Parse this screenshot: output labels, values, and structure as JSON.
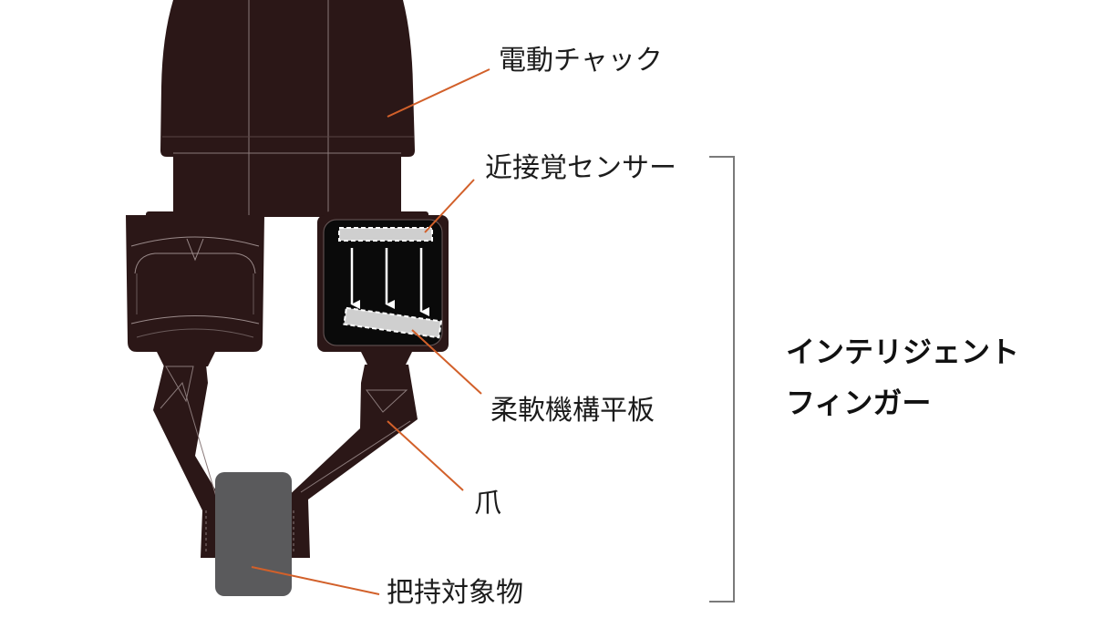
{
  "labels": {
    "chuck": "電動チャック",
    "sensor": "近接覚センサー",
    "plate": "柔軟機構平板",
    "claw": "爪",
    "object": "把持対象物"
  },
  "title": {
    "line1": "インテリジェント",
    "line2": "フィンガー"
  },
  "colors": {
    "body": "#2b1717",
    "leader": "#d2602a",
    "bracket": "#7a7a7a",
    "object": "#5a5a5c",
    "plate": "#cfcfcf"
  }
}
